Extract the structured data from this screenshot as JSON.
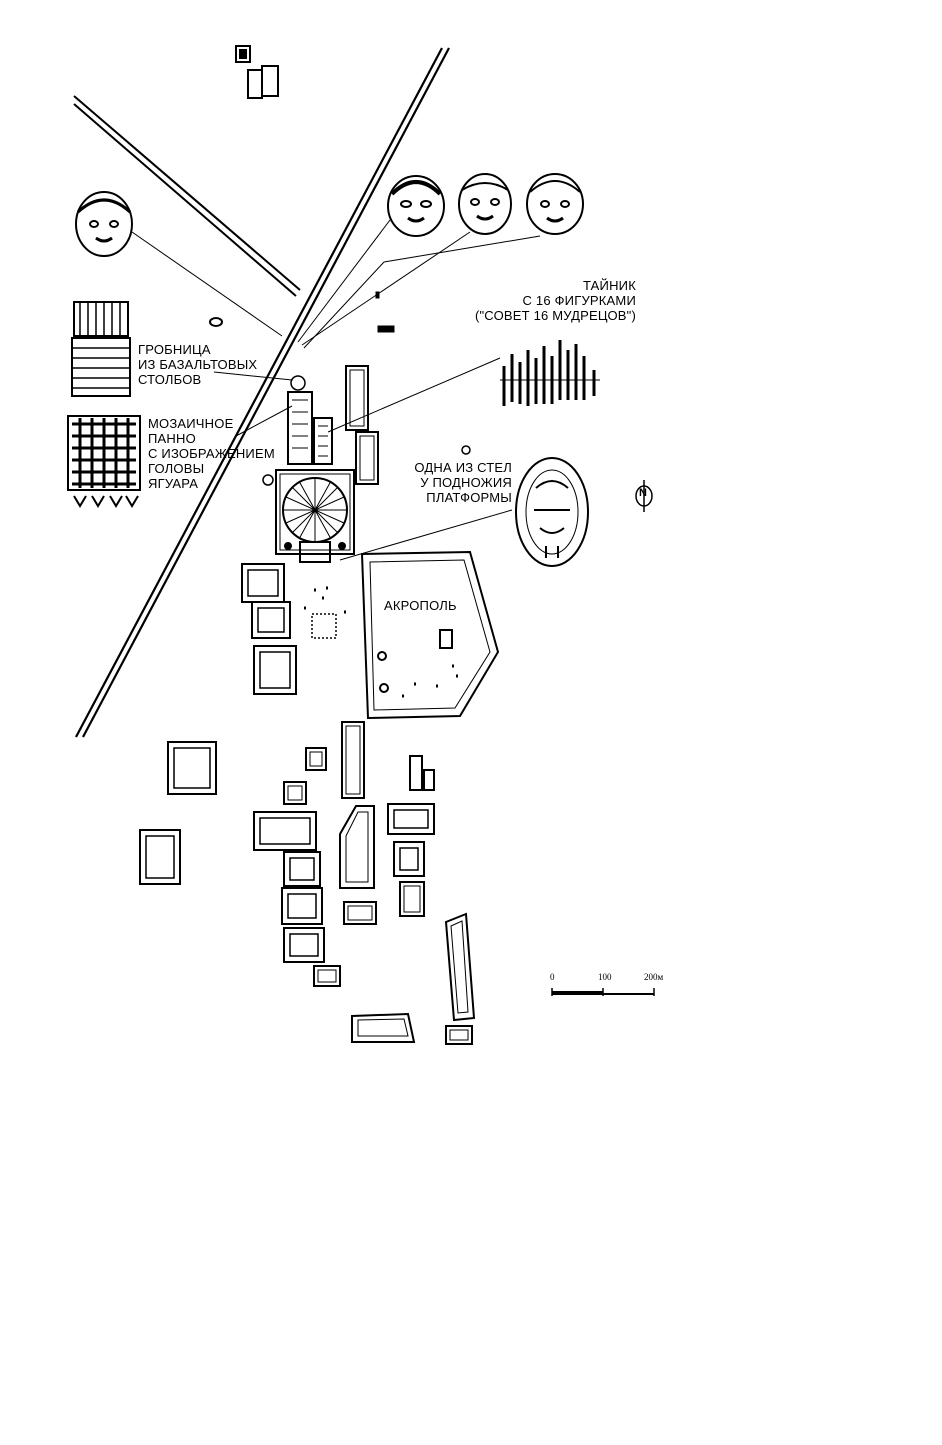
{
  "labels": {
    "tomb": [
      "ГРОБНИЦА",
      "ИЗ БАЗАЛЬТОВЫХ",
      "СТОЛБОВ"
    ],
    "mosaic": [
      "МОЗАИЧНОЕ",
      "ПАННО",
      "С ИЗОБРАЖЕНИЕМ",
      "ГОЛОВЫ",
      "ЯГУАРА"
    ],
    "cache": [
      "ТАЙНИК",
      "С 16 ФИГУРКАМИ",
      "(\"СОВЕТ 16 МУДРЕЦОВ\")"
    ],
    "stela": [
      "ОДНА ИЗ СТЕЛ",
      "У ПОДНОЖИЯ",
      "ПЛАТФОРМЫ"
    ],
    "acropolis": "АКРОПОЛЬ"
  },
  "north": "N",
  "scale": {
    "ticks": [
      "0",
      "100",
      "200м"
    ]
  },
  "colors": {
    "ink": "#000000",
    "paper": "#ffffff"
  }
}
